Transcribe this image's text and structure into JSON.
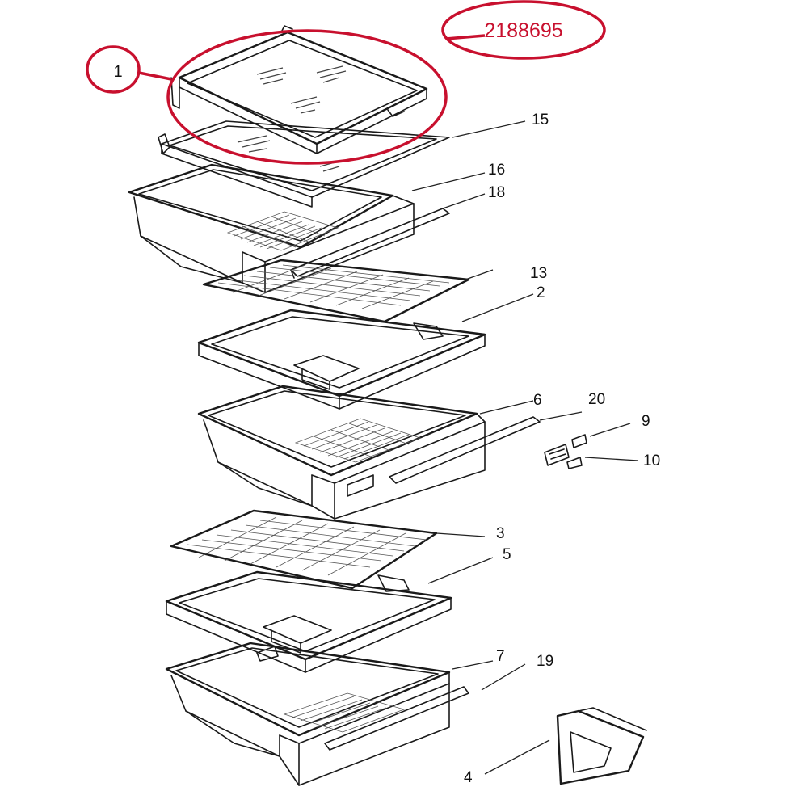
{
  "callouts": {
    "part_number": "2188695",
    "item_marker": "1"
  },
  "labels": {
    "l15": "15",
    "l16": "16",
    "l18": "18",
    "l13": "13",
    "l2": "2",
    "l6": "6",
    "l20": "20",
    "l9": "9",
    "l10": "10",
    "l3": "3",
    "l5": "5",
    "l7": "7",
    "l19": "19",
    "l4": "4"
  },
  "colors": {
    "highlight": "#c8102e",
    "line": "#1a1a1a"
  }
}
